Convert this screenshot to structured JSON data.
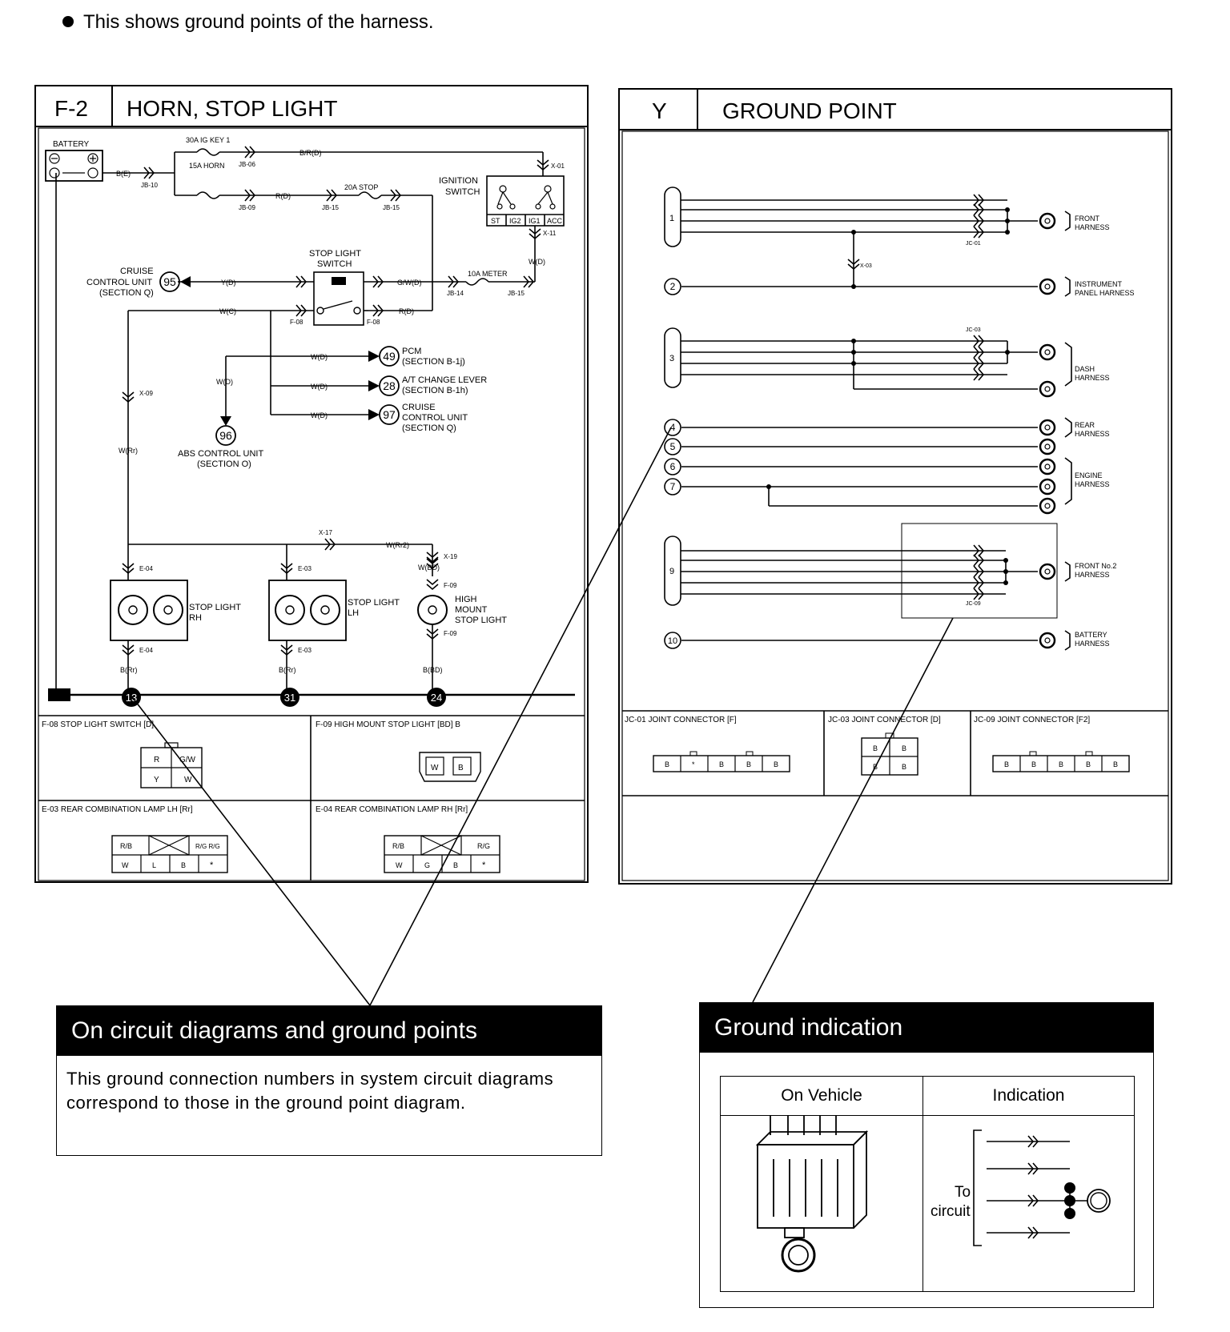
{
  "intro_text": "This shows ground points of the harness.",
  "left_panel": {
    "code": "F-2",
    "title": "HORN, STOP LIGHT",
    "labels": {
      "battery": "BATTERY",
      "fuse_ig_key": "30A IG KEY 1",
      "fuse_horn": "15A HORN",
      "fuse_stop": "20A STOP",
      "fuse_meter": "10A METER",
      "ignition_switch_1": "IGNITION",
      "ignition_switch_2": "SWITCH",
      "ign_st": "ST",
      "ign_ig2": "IG2",
      "ign_ig1": "IG1",
      "ign_acc": "ACC",
      "stop_switch_1": "STOP LIGHT",
      "stop_switch_2": "SWITCH",
      "cruise_1": "CRUISE",
      "cruise_2": "CONTROL UNIT",
      "cruise_3": "(SECTION Q)",
      "pcm_1": "PCM",
      "pcm_2": "(SECTION B-1j)",
      "at_1": "A/T CHANGE LEVER",
      "at_2": "(SECTION B-1h)",
      "cruise2_1": "CRUISE",
      "cruise2_2": "CONTROL UNIT",
      "cruise2_3": "(SECTION Q)",
      "abs_1": "ABS CONTROL UNIT",
      "abs_2": "(SECTION O)",
      "stop_rh_1": "STOP LIGHT",
      "stop_rh_2": "RH",
      "stop_lh_1": "STOP LIGHT",
      "stop_lh_2": "LH",
      "high_1": "HIGH",
      "high_2": "MOUNT",
      "high_3": "STOP LIGHT",
      "wire_be": "B(E)",
      "wire_br": "B/R(D)",
      "wire_rd": "R(D)",
      "wire_yd": "Y(D)",
      "wire_wc": "W(C)",
      "wire_gwd": "G/W(D)",
      "wire_rd2": "R(D)",
      "wire_wd": "W(D)",
      "wire_wd_pcm": "W(D)",
      "wire_wd_at": "W(D)",
      "wire_wd_cr": "W(D)",
      "wire_wd_abs": "W(D)",
      "wire_wrr": "W(Rr)",
      "wire_wrr2": "W(Rr2)",
      "wire_wbd": "W(BD)",
      "wire_brr1": "B(Rr)",
      "wire_brr2": "B(Rr)",
      "wire_bbd": "B(BD)",
      "jb10": "JB-10",
      "jb06": "JB-06",
      "jb09": "JB-09",
      "jb15a": "JB-15",
      "jb15b": "JB-15",
      "jb14": "JB-14",
      "jb15c": "JB-15",
      "x01": "X-01",
      "x11": "X-11",
      "x09": "X-09",
      "x17": "X-17",
      "x19": "X-19",
      "f08a": "F-08",
      "f08b": "F-08",
      "f09a": "F-09",
      "f09b": "F-09",
      "e04a": "E-04",
      "e03a": "E-03",
      "e04b": "E-04",
      "e03b": "E-03"
    },
    "ground_numbers": [
      "13",
      "31",
      "24"
    ],
    "refs": {
      "cruise": "95",
      "pcm": "49",
      "at": "28",
      "cruise2": "97",
      "abs": "96"
    },
    "connectors": {
      "f08": "F-08 STOP LIGHT SWITCH [D]",
      "f09": "F-09 HIGH MOUNT STOP LIGHT [BD] B",
      "e03": "E-03 REAR COMBINATION LAMP LH [Rr]",
      "e04": "E-04 REAR COMBINATION LAMP RH [Rr]",
      "f08_pins": [
        "R",
        "G/W",
        "Y",
        "W"
      ],
      "f09_pins": [
        "W",
        "B"
      ],
      "e03_pins": [
        "R/B",
        "R/G R/G",
        "W",
        "L",
        "B",
        "*"
      ],
      "e04_pins": [
        "R/B",
        "R/G",
        "W",
        "G",
        "B",
        "*"
      ]
    }
  },
  "right_panel": {
    "code": "Y",
    "title": "GROUND POINT",
    "grounds": [
      {
        "num": "1",
        "label": "FRONT HARNESS"
      },
      {
        "num": "2",
        "label": "INSTRUMENT PANEL HARNESS"
      },
      {
        "num": "3",
        "label": "DASH HARNESS"
      },
      {
        "num": "4",
        "label": "REAR HARNESS"
      },
      {
        "num": "5",
        "label": ""
      },
      {
        "num": "6",
        "label": "ENGINE HARNESS"
      },
      {
        "num": "7",
        "label": ""
      },
      {
        "num": "9",
        "label": "FRONT No.2 HARNESS"
      },
      {
        "num": "10",
        "label": "BATTERY HARNESS"
      }
    ],
    "joint_labels": {
      "jc01": "JC-01",
      "jc03": "JC-03",
      "jc09": "JC-09",
      "x03": "X-03"
    },
    "connectors": {
      "jc01": "JC-01 JOINT CONNECTOR [F]",
      "jc03": "JC-03 JOINT CONNECTOR [D]",
      "jc09": "JC-09 JOINT CONNECTOR [F2]",
      "jc01_pins": [
        "B",
        "*",
        "B",
        "B",
        "B"
      ],
      "jc03_pins": [
        "B",
        "B",
        "B",
        "B"
      ],
      "jc09_pins": [
        "B",
        "B",
        "B",
        "B",
        "B"
      ]
    }
  },
  "callout_circuit": {
    "title": "On circuit diagrams and ground points",
    "text": "This ground connection numbers in system circuit diagrams correspond to those in the ground point diagram."
  },
  "callout_ground": {
    "title": "Ground indication",
    "col_vehicle": "On Vehicle",
    "col_indication": "Indication",
    "to": "To",
    "circuit": "circuit"
  }
}
